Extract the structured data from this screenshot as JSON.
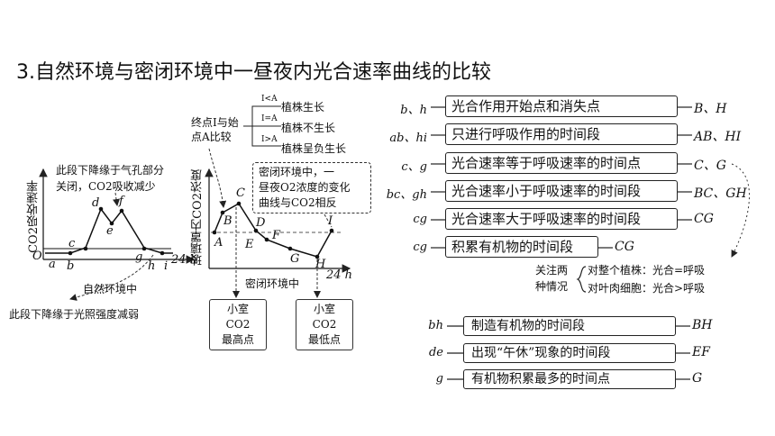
{
  "title": "3.自然环境与密闭环境中一昼夜内光合速率曲线的比较",
  "left_chart": {
    "ylabel": "CO2吸收速率",
    "origin": "O",
    "xend": "24 h",
    "points": [
      "a",
      "b",
      "c",
      "d",
      "e",
      "f",
      "g",
      "h",
      "i"
    ],
    "note_top_line1": "此段下降缘于气孔部分",
    "note_top_line2": "关闭，CO2吸收减少",
    "note_bottom1": "自然环境中",
    "note_bottom2": "此段下降缘于光照强度减弱"
  },
  "middle_chart": {
    "ylabel": "玻璃罩内CO2浓度",
    "xend": "24 h",
    "points": [
      "A",
      "B",
      "C",
      "D",
      "E",
      "F",
      "G",
      "H",
      "I"
    ],
    "note_top": "终点I与始点A比较",
    "cmp1": "I<A",
    "cmp1_text": "植株生长",
    "cmp2": "I=A",
    "cmp2_text": "植株不生长",
    "cmp3": "I>A",
    "cmp3_text": "植株呈负生长",
    "dash_note_line1": "密闭环境中，一",
    "dash_note_line2": "昼夜O2浓度的变化",
    "dash_note_line3": "曲线与CO2相反",
    "env_label": "密闭环境中",
    "box_high_line1": "小室CO2",
    "box_high_line2": "最高点",
    "box_low_line1": "小室CO2",
    "box_low_line2": "最低点"
  },
  "right_table": {
    "rows": [
      {
        "key": "b、h",
        "text": "光合作用开始点和消失点",
        "res": "B、H"
      },
      {
        "key": "ab、hi",
        "text": "只进行呼吸作用的时间段",
        "res": "AB、HI"
      },
      {
        "key": "c、g",
        "text": "光合速率等于呼吸速率的时间点",
        "res": "C、G"
      },
      {
        "key": "bc、gh",
        "text": "光合速率小于呼吸速率的时间段",
        "res": "BC、GH"
      },
      {
        "key": "cg",
        "text": "光合速率大于呼吸速率的时间段",
        "res": "CG"
      },
      {
        "key": "cg",
        "text": "积累有机物的时间段",
        "res": "CG"
      }
    ],
    "attention1": "关注两",
    "attention2": "种情况",
    "case1": "对整个植株：光合=呼吸",
    "case2": "对叶肉细胞：光合>呼吸",
    "rows2": [
      {
        "key": "bh",
        "text": "制造有机物的时间段",
        "res": "BH"
      },
      {
        "key": "de",
        "text": "出现“午休”现象的时间段",
        "res": "EF"
      },
      {
        "key": "g",
        "text": "有机物积累最多的时间点",
        "res": "G"
      }
    ]
  }
}
